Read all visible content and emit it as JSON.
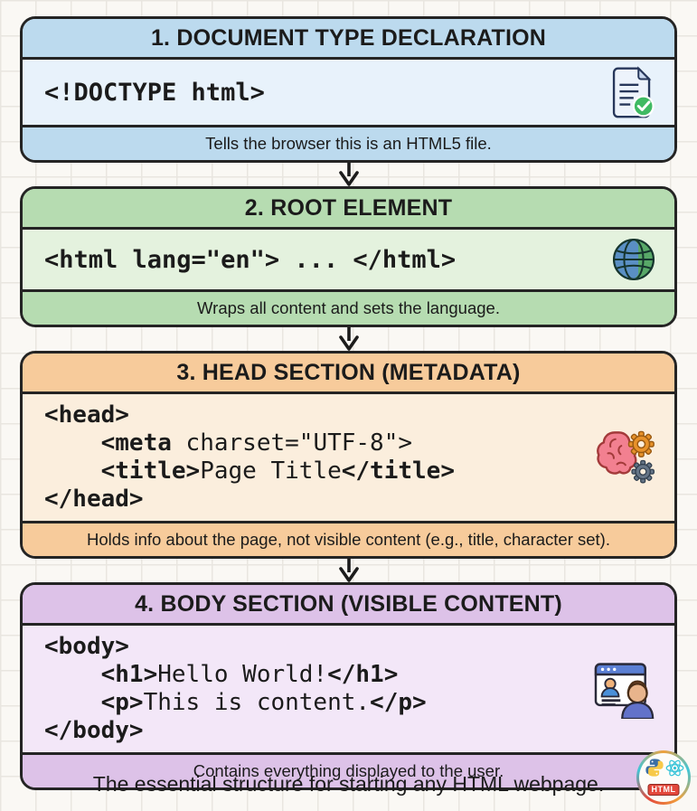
{
  "footer": {
    "text": "The essential structure for starting any HTML webpage."
  },
  "badge": {
    "label": "HTML",
    "icons": [
      "python-icon",
      "react-atom-icon",
      "html-badge"
    ]
  },
  "arrow": {
    "icon": "down-arrow-icon",
    "color": "#1c1c1c"
  },
  "background": {
    "paper": "#faf8f4",
    "grid_line": "#e9e6e0"
  },
  "boxes": [
    {
      "title": "1. DOCUMENT TYPE DECLARATION",
      "caption": "Tells the browser this is an HTML5 file.",
      "icon": "document-check-icon",
      "theme": {
        "header_bg": "#bcdaee",
        "body_bg": "#e8f2fb",
        "border": "#242424"
      },
      "code": [
        [
          {
            "t": "<!DOCTYPE html>",
            "bold": true
          }
        ]
      ]
    },
    {
      "title": "2. ROOT ELEMENT",
      "caption": "Wraps all content and sets the language.",
      "icon": "globe-icon",
      "theme": {
        "header_bg": "#b6dcb1",
        "body_bg": "#e4f2de",
        "border": "#242424"
      },
      "code": [
        [
          {
            "t": "<html lang=\"en\"> ... </html>",
            "bold": true
          }
        ]
      ]
    },
    {
      "title": "3. HEAD SECTION (METADATA)",
      "caption": "Holds info about the page, not visible content (e.g., title, character set).",
      "icon": "brain-gears-icon",
      "theme": {
        "header_bg": "#f7cb9b",
        "body_bg": "#fbeedd",
        "border": "#242424"
      },
      "code": [
        [
          {
            "t": "<head>",
            "bold": true
          }
        ],
        [
          {
            "t": "    "
          },
          {
            "t": "<meta",
            "bold": true
          },
          {
            "t": " charset=\"UTF-8\">"
          }
        ],
        [
          {
            "t": "    "
          },
          {
            "t": "<title>",
            "bold": true
          },
          {
            "t": "Page Title"
          },
          {
            "t": "</title>",
            "bold": true
          }
        ],
        [
          {
            "t": "</head>",
            "bold": true
          }
        ]
      ]
    },
    {
      "title": "4. BODY SECTION (VISIBLE CONTENT)",
      "caption": "Contains everything displayed to the user.",
      "icon": "browser-user-icon",
      "theme": {
        "header_bg": "#ddc2e8",
        "body_bg": "#f3e7f8",
        "border": "#242424"
      },
      "code": [
        [
          {
            "t": "<body>",
            "bold": true
          }
        ],
        [
          {
            "t": "    "
          },
          {
            "t": "<h1>",
            "bold": true
          },
          {
            "t": "Hello World!"
          },
          {
            "t": "</h1>",
            "bold": true
          }
        ],
        [
          {
            "t": "    "
          },
          {
            "t": "<p>",
            "bold": true
          },
          {
            "t": "This is content."
          },
          {
            "t": "</p>",
            "bold": true
          }
        ],
        [
          {
            "t": "</body>",
            "bold": true
          }
        ]
      ]
    }
  ]
}
